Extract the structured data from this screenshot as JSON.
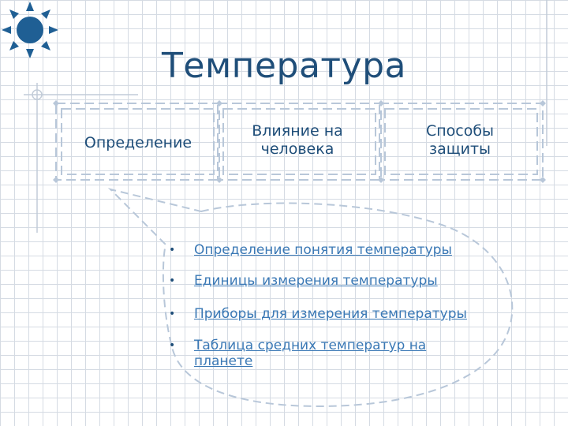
{
  "title": "Температура",
  "icons": {
    "logo": "sun-icon"
  },
  "colors": {
    "title": "#1f4e79",
    "frame": "#b8c7d9",
    "link": "#3a78b5",
    "grid": "#d5dbe3"
  },
  "boxes": [
    {
      "label": "Определение"
    },
    {
      "label": "Влияние на человека"
    },
    {
      "label": "Способы защиты"
    }
  ],
  "items": [
    {
      "text": "Определение понятия температуры"
    },
    {
      "text": "Единицы измерения температуры"
    },
    {
      "text": "Приборы для измерения температуры"
    },
    {
      "text": "Таблица средних температур на планете"
    }
  ]
}
